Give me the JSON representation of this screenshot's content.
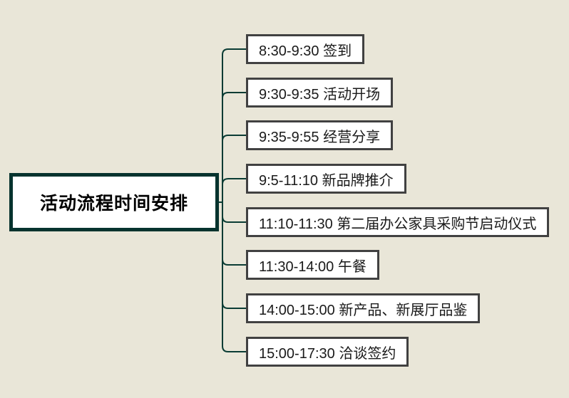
{
  "root": {
    "label": "活动流程时间安排"
  },
  "nodes": [
    {
      "label": "8:30-9:30 签到"
    },
    {
      "label": "9:30-9:35 活动开场"
    },
    {
      "label": "9:35-9:55 经营分享"
    },
    {
      "label": "9:5-11:10 新品牌推介"
    },
    {
      "label": "11:10-11:30 第二届办公家具采购节启动仪式"
    },
    {
      "label": "11:30-14:00 午餐"
    },
    {
      "label": "14:00-15:00 新产品、新展厅品鉴"
    },
    {
      "label": "15:00-17:30 洽谈签约"
    }
  ],
  "colors": {
    "canvas_background": "#e9e6d8",
    "root_border": "#06332e",
    "branch_border": "#414141",
    "connector": "#0a3c34",
    "node_background": "#ffffff",
    "text": "#1a1a1a"
  }
}
